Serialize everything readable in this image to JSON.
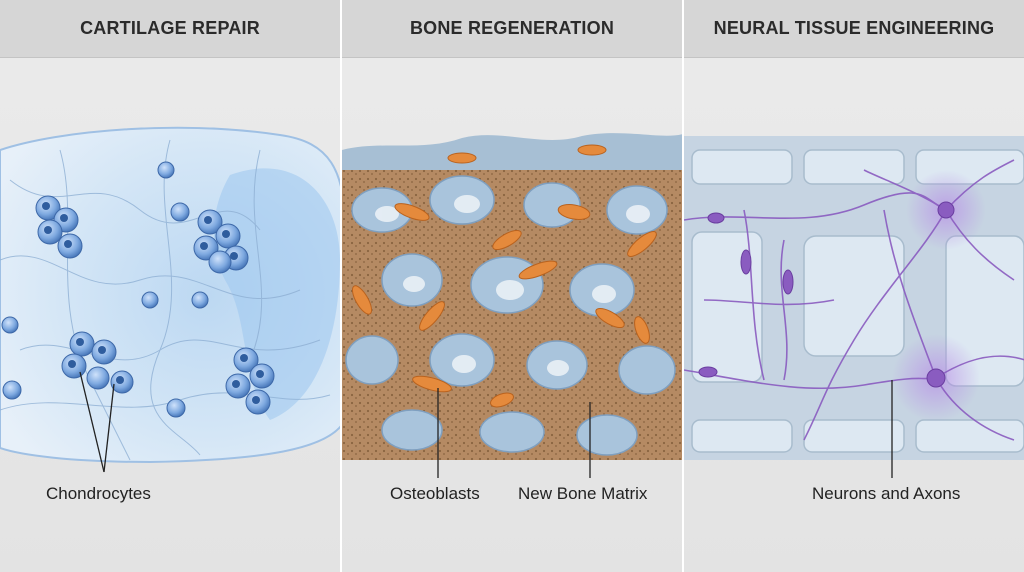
{
  "panels": [
    {
      "title": "CARTILAGE REPAIR",
      "labels": [
        "Chondrocytes"
      ],
      "cell_color": "#5b8fcf"
    },
    {
      "title": "BONE REGENERATION",
      "labels": [
        "Osteoblasts",
        "New Bone Matrix"
      ],
      "cell_color": "#e58a3c"
    },
    {
      "title": "NEURAL TISSUE ENGINEERING",
      "labels": [
        "Neurons and Axons"
      ],
      "cell_color": "#8a5cc0"
    }
  ]
}
